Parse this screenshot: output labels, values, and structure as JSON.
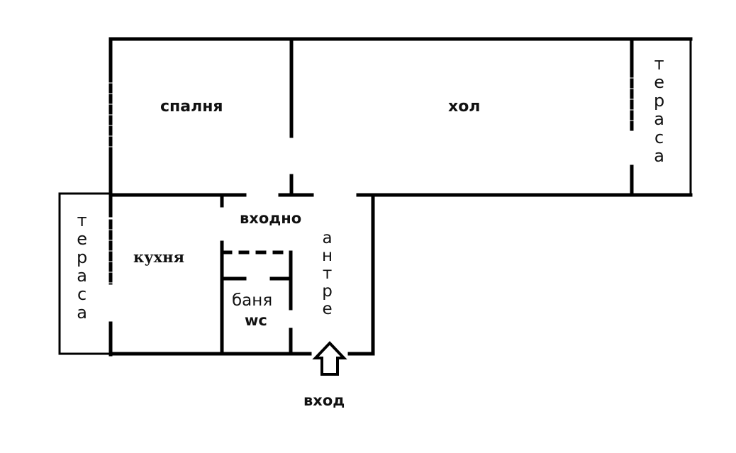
{
  "plan": {
    "wall_color": "#000000",
    "background": "#ffffff",
    "rooms": {
      "bedroom": "спалня",
      "living": "хол",
      "terrace_right": [
        "т",
        "е",
        "р",
        "а",
        "с",
        "а"
      ],
      "terrace_left": [
        "т",
        "е",
        "р",
        "а",
        "с",
        "а"
      ],
      "kitchen": "кухня",
      "hall_top": "входно",
      "hall_side": [
        "а",
        "н",
        "т",
        "р",
        "е"
      ],
      "bath_line1": "баня",
      "bath_line2": "wc"
    },
    "entrance": {
      "label": "вход",
      "icon": "arrow-up-icon"
    }
  }
}
